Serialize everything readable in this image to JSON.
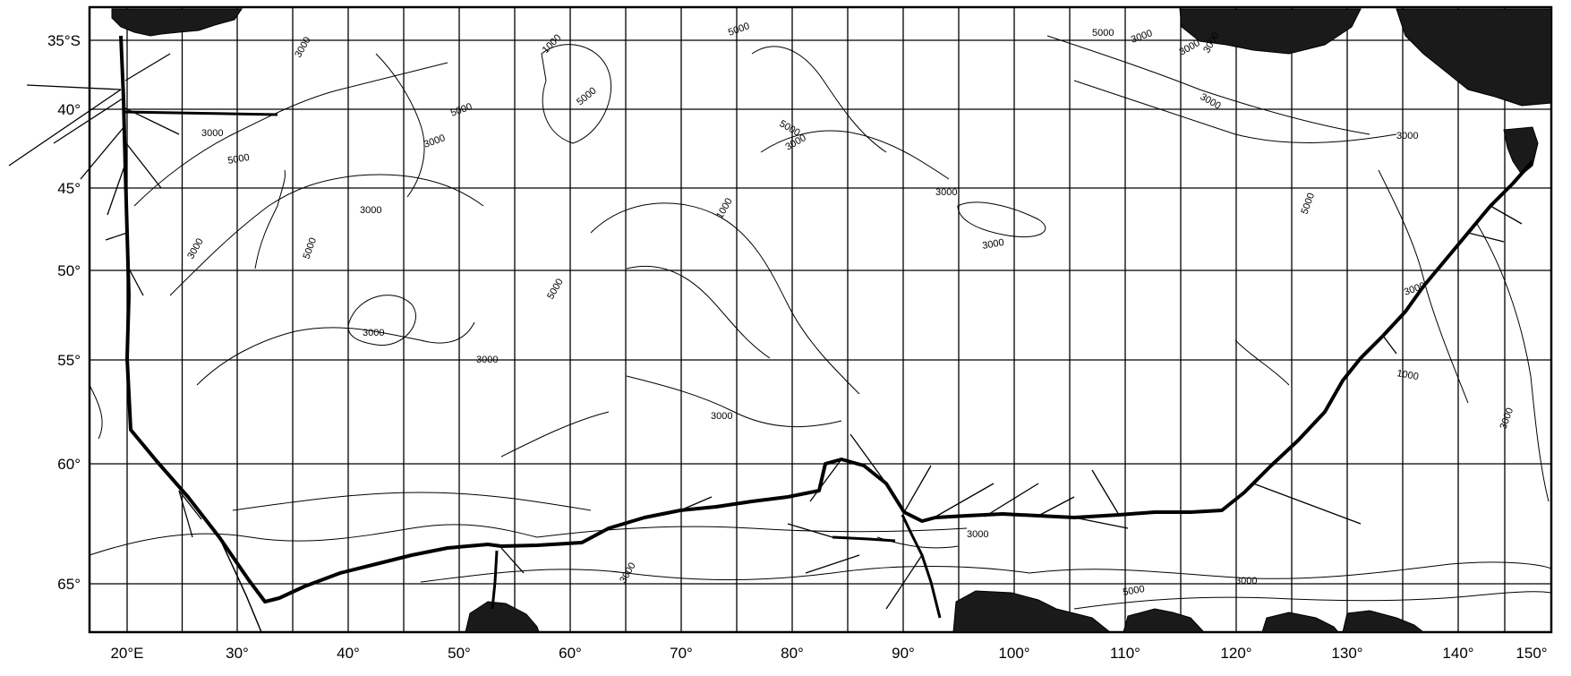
{
  "map": {
    "latitude_ticks": [
      "35°S",
      "40°",
      "45°",
      "50°",
      "55°",
      "60°",
      "65°"
    ],
    "longitude_ticks": [
      "20°E",
      "30°",
      "40°",
      "50°",
      "60°",
      "70°",
      "80°",
      "90°",
      "100°",
      "110°",
      "120°",
      "130°",
      "140°",
      "150°"
    ],
    "contour_labels": [
      "3000",
      "5000",
      "3000",
      "5000",
      "3000",
      "3000",
      "5000",
      "3000",
      "1000",
      "5000",
      "3000",
      "3000",
      "5000",
      "5000",
      "3000",
      "3000",
      "3000",
      "1000",
      "3000",
      "3000",
      "5000",
      "3000",
      "3000",
      "3000",
      "3000",
      "3000",
      "1000",
      "5000",
      "3000",
      "5000",
      "3000",
      "5000",
      "3000",
      "3000"
    ],
    "colors": {
      "ink": "#000000",
      "paper": "#ffffff",
      "land": "#1a1a1a"
    }
  }
}
